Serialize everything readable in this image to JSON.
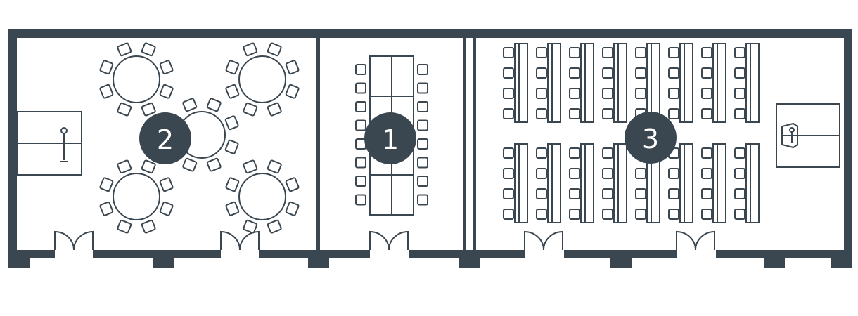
{
  "colors": {
    "wall": "#3b4750",
    "background": "#ffffff",
    "badge_text": "#ffffff"
  },
  "rooms": [
    {
      "id": "room-2",
      "badge": "2",
      "layout": "banquet-round-tables",
      "round_tables": 5,
      "chairs_per_table": 8,
      "features": [
        "presenter-podium-stage"
      ]
    },
    {
      "id": "room-1",
      "badge": "1",
      "layout": "boardroom",
      "table_segments": 2,
      "chairs_per_side": 8
    },
    {
      "id": "room-3",
      "badge": "3",
      "layout": "classroom",
      "table_rows": 2,
      "tables_per_row": 8,
      "chairs_per_table": 4,
      "features": [
        "presenter-podium-stage"
      ]
    }
  ],
  "doors": {
    "room-2": 2,
    "room-1": 1,
    "room-3": 2
  },
  "icons": [
    "door-icon",
    "podium-icon",
    "chair-icon",
    "round-table-icon"
  ]
}
